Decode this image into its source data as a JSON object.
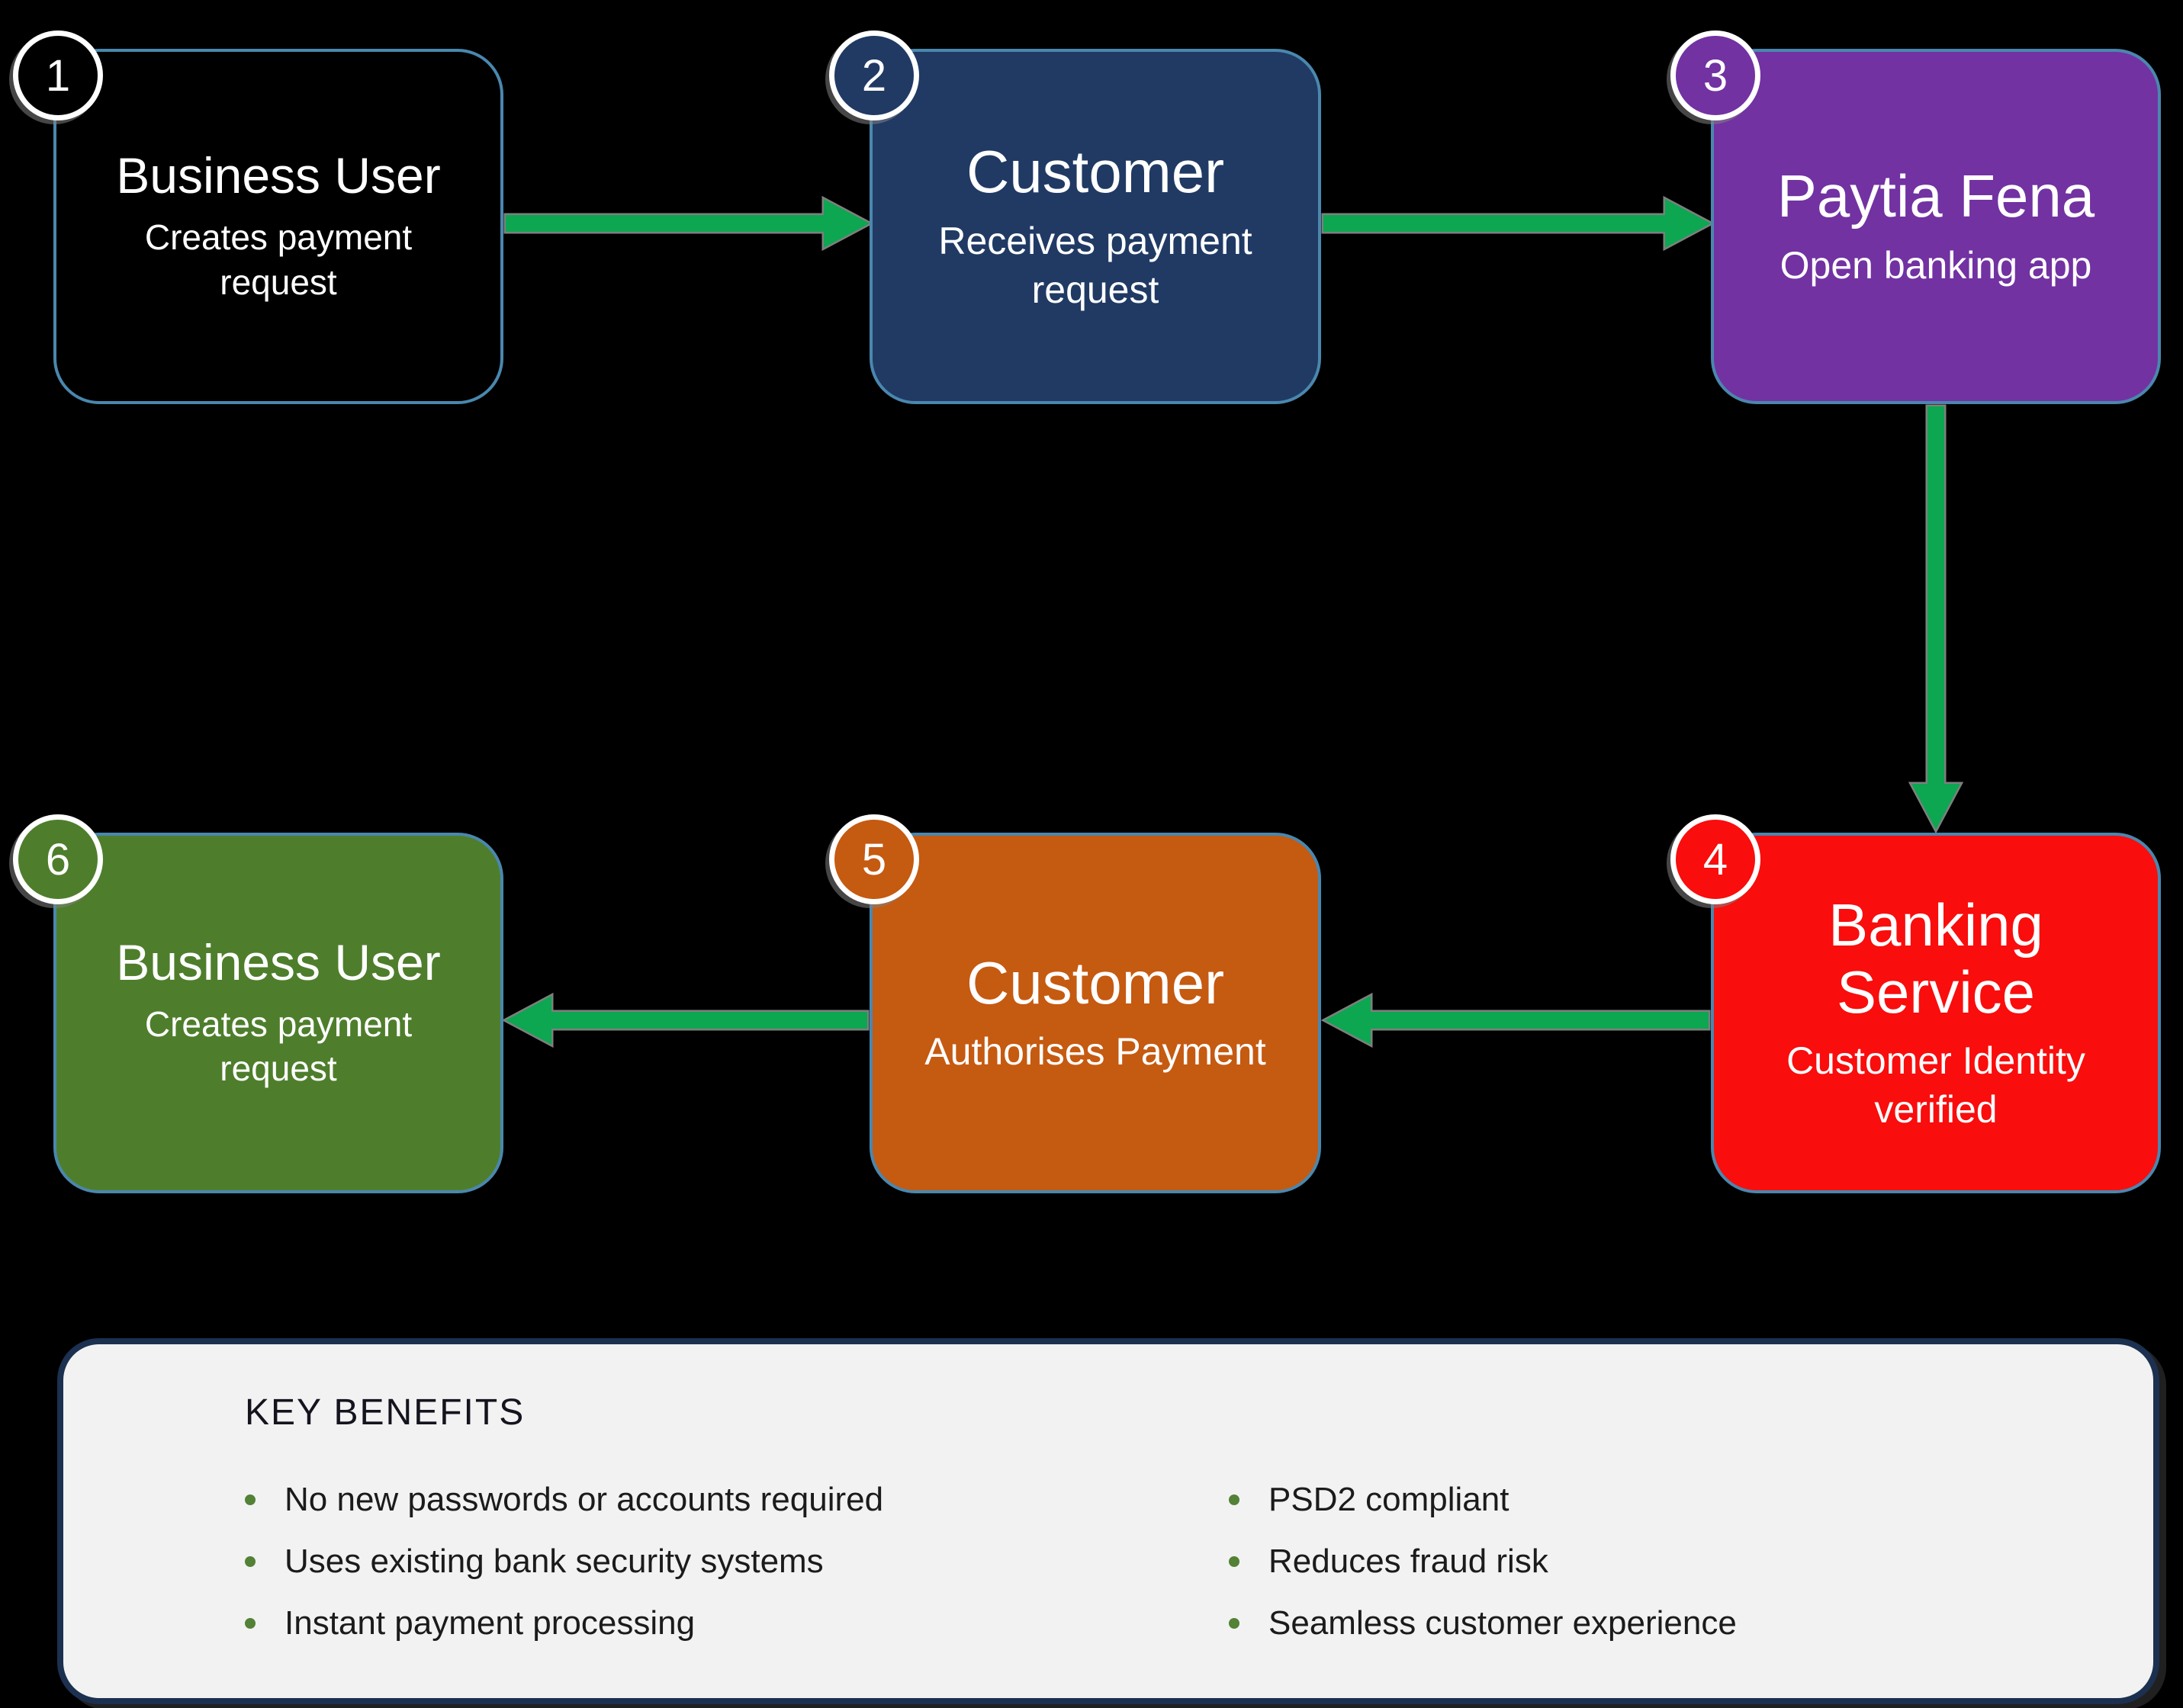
{
  "canvas": {
    "background": "#000000",
    "box_border": "#4A87AE"
  },
  "flow": {
    "arrow_color": "#0CA750",
    "arrow_shadow": "#7F7F7F",
    "steps": [
      {
        "number": "1",
        "title": "Business User",
        "subtitle": "Creates payment request",
        "color": "#000000"
      },
      {
        "number": "2",
        "title": "Customer",
        "subtitle": "Receives payment request",
        "color": "#203A64"
      },
      {
        "number": "3",
        "title": "Paytia Fena",
        "subtitle": "Open banking app",
        "color": "#7232A2"
      },
      {
        "number": "4",
        "title": "Banking Service",
        "subtitle": "Customer Identity verified",
        "color": "#F90D0D"
      },
      {
        "number": "5",
        "title": "Customer",
        "subtitle": "Authorises Payment",
        "color": "#C55A11"
      },
      {
        "number": "6",
        "title": "Business User",
        "subtitle": "Creates payment request",
        "color": "#4E7E2C"
      }
    ]
  },
  "benefits": {
    "heading": "KEY BENEFITS",
    "fill": "#F2F2F2",
    "border_color": "#1C3050",
    "bullet_color": "#538135",
    "columns": [
      [
        "No new passwords or accounts required",
        "Uses existing bank security systems",
        "Instant payment processing"
      ],
      [
        "PSD2 compliant",
        "Reduces fraud risk",
        "Seamless customer experience"
      ]
    ]
  }
}
